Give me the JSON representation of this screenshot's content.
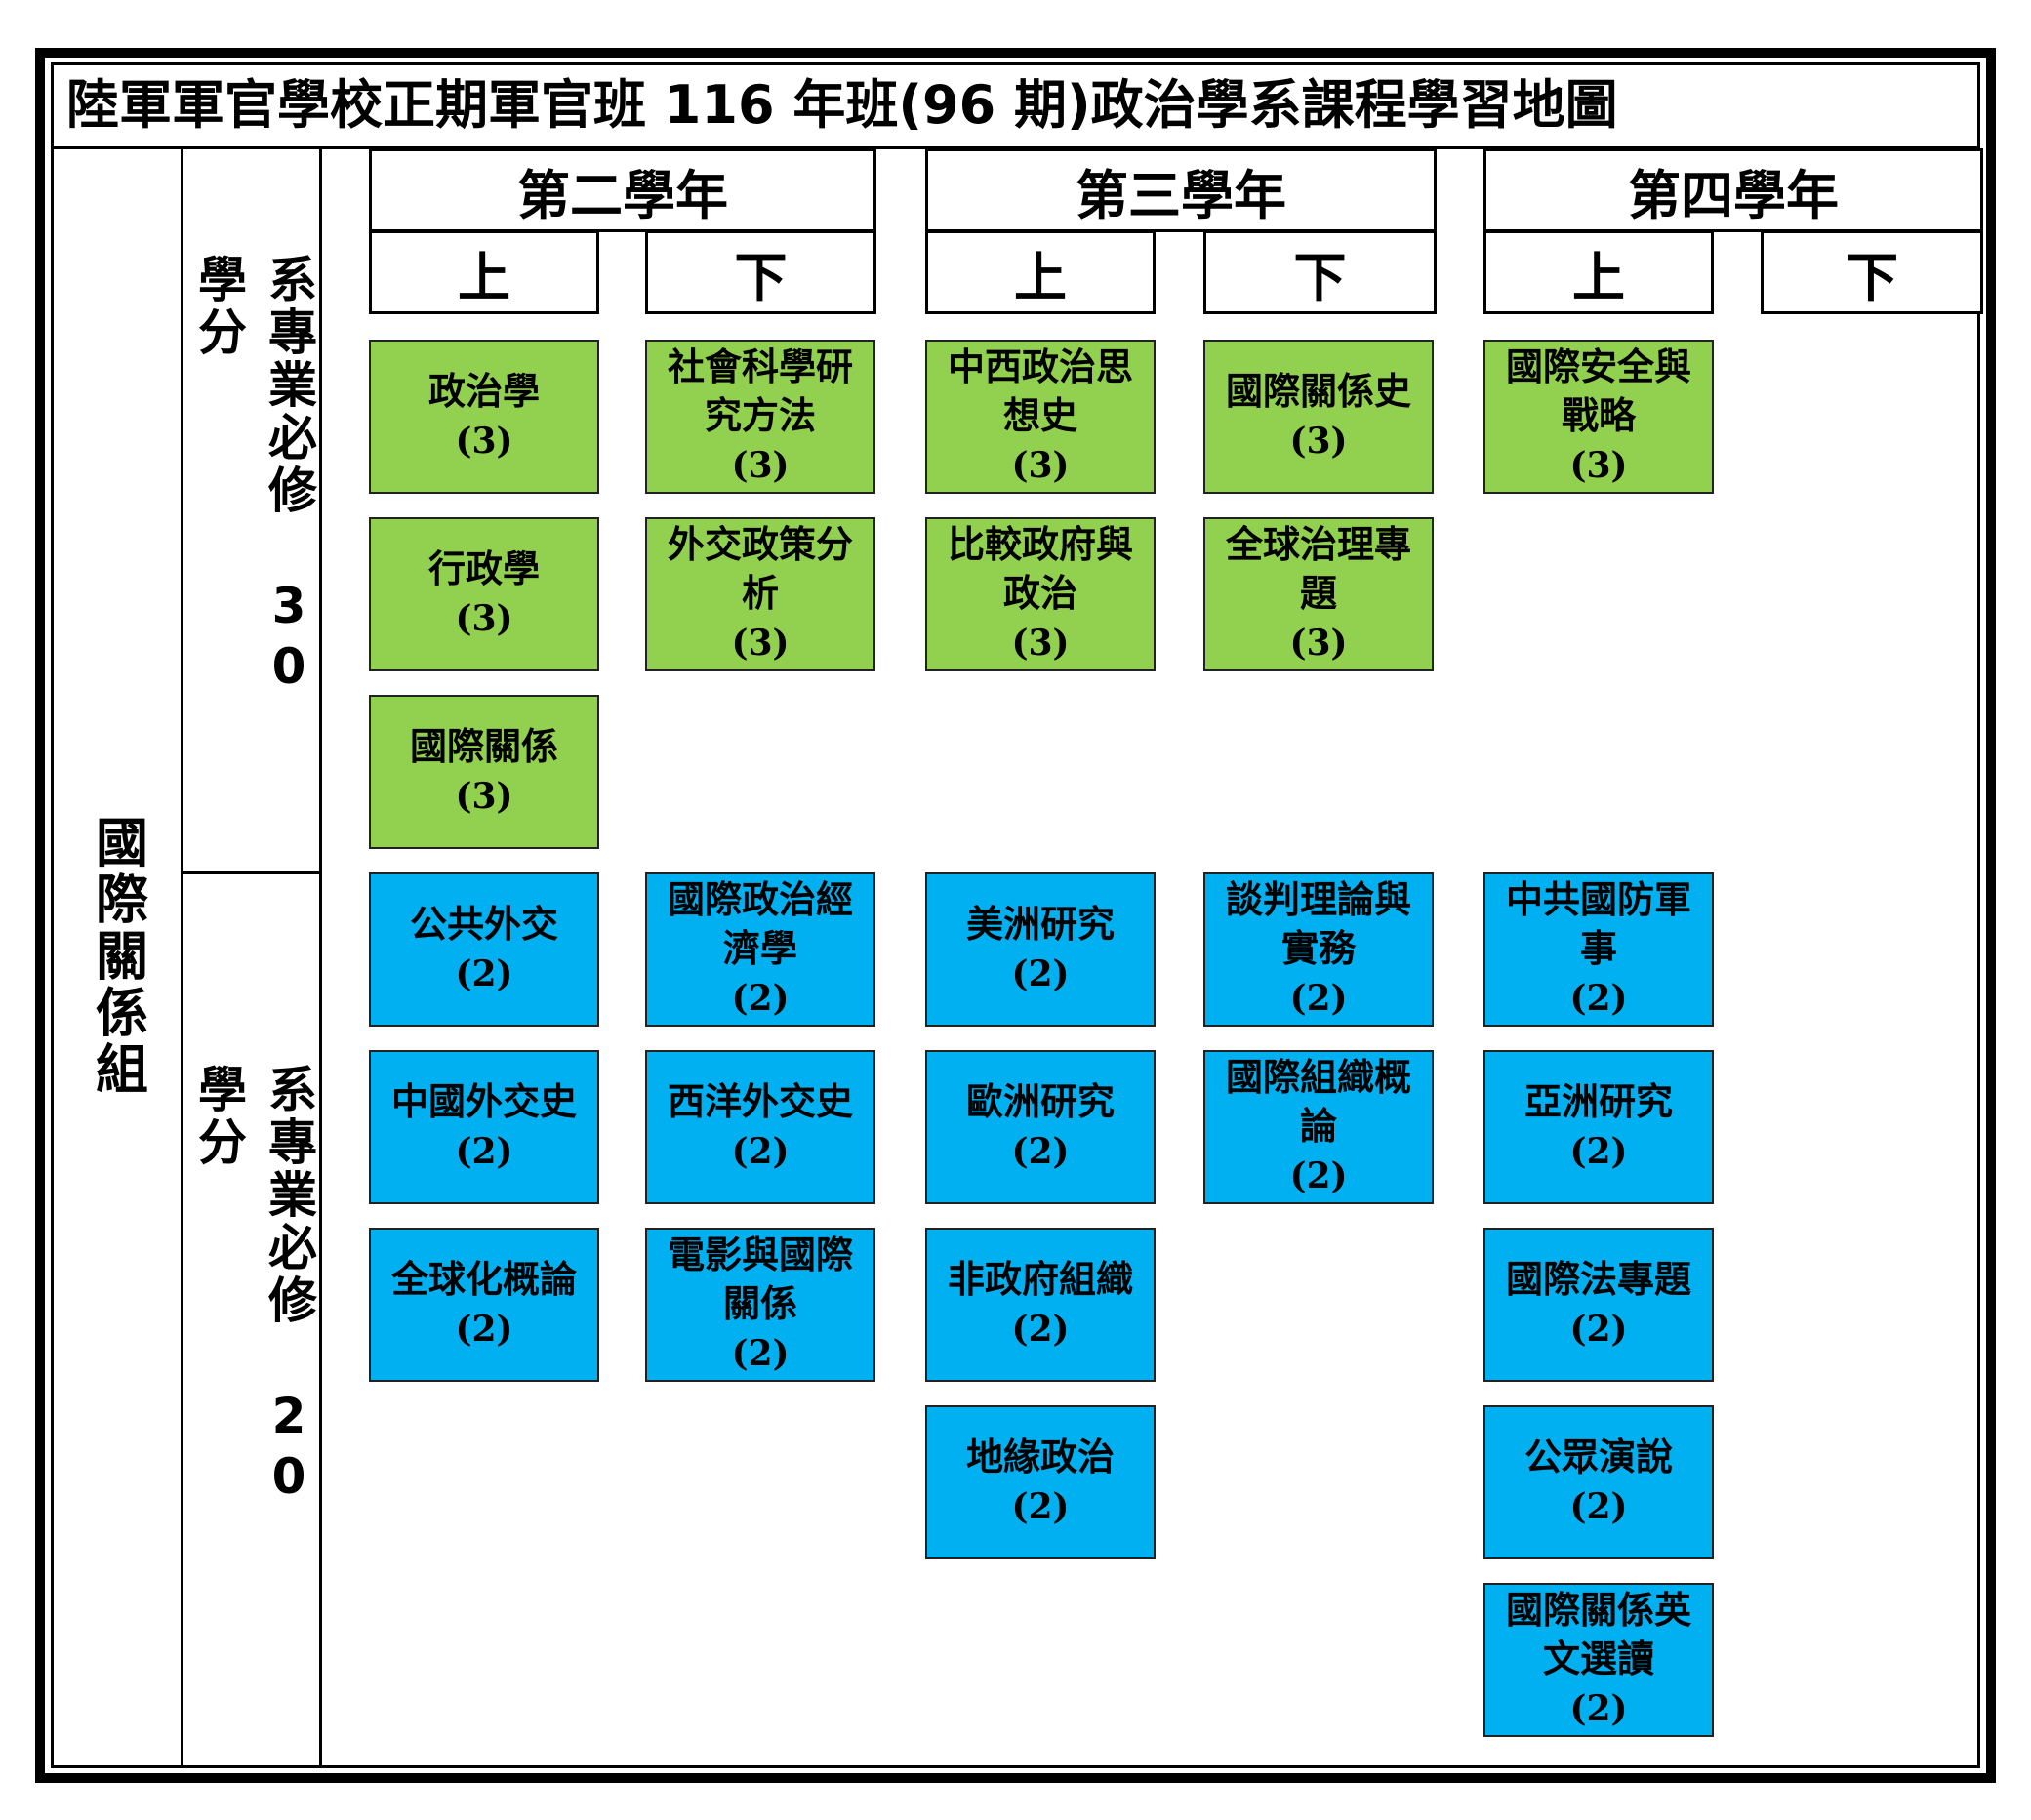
{
  "title": "陸軍軍官學校正期軍官班 116 年班(96 期)政治學系課程學習地圖",
  "group_label": "國際關係組",
  "section_required": "系專業必修 30 學分",
  "section_elective": "系專業必修 20 學分",
  "years": [
    "第二學年",
    "第三學年",
    "第四學年"
  ],
  "semesters": [
    "上",
    "下",
    "上",
    "下",
    "上",
    "下"
  ],
  "colors": {
    "required": "#92d050",
    "elective": "#00b0f0"
  },
  "columns": [
    {
      "required": [
        {
          "name": "政治學",
          "credit": "(3)"
        },
        {
          "name": "行政學",
          "credit": "(3)"
        },
        {
          "name": "國際關係",
          "credit": "(3)"
        }
      ],
      "elective": [
        {
          "name": "公共外交",
          "credit": "(2)"
        },
        {
          "name": "中國外交史",
          "credit": "(2)"
        },
        {
          "name": "全球化概論",
          "credit": "(2)"
        }
      ]
    },
    {
      "required": [
        {
          "name": "社會科學研究方法",
          "credit": "(3)"
        },
        {
          "name": "外交政策分析",
          "credit": "(3)"
        }
      ],
      "elective": [
        {
          "name": "國際政治經濟學",
          "credit": "(2)"
        },
        {
          "name": "西洋外交史",
          "credit": "(2)"
        },
        {
          "name": "電影與國際關係",
          "credit": "(2)"
        }
      ]
    },
    {
      "required": [
        {
          "name": "中西政治思想史",
          "credit": "(3)"
        },
        {
          "name": "比較政府與政治",
          "credit": "(3)"
        }
      ],
      "elective": [
        {
          "name": "美洲研究",
          "credit": "(2)"
        },
        {
          "name": "歐洲研究",
          "credit": "(2)"
        },
        {
          "name": "非政府組織",
          "credit": "(2)"
        },
        {
          "name": "地緣政治",
          "credit": "(2)"
        }
      ]
    },
    {
      "required": [
        {
          "name": "國際關係史",
          "credit": "(3)"
        },
        {
          "name": "全球治理專題",
          "credit": "(3)"
        }
      ],
      "elective": [
        {
          "name": "談判理論與實務",
          "credit": "(2)"
        },
        {
          "name": "國際組織概論",
          "credit": "(2)"
        }
      ]
    },
    {
      "required": [
        {
          "name": "國際安全與戰略",
          "credit": "(3)"
        }
      ],
      "elective": [
        {
          "name": "中共國防軍事",
          "credit": "(2)"
        },
        {
          "name": "亞洲研究",
          "credit": "(2)"
        },
        {
          "name": "國際法專題",
          "credit": "(2)"
        },
        {
          "name": "公眾演說",
          "credit": "(2)"
        },
        {
          "name": "國際關係英文選讀",
          "credit": "(2)"
        }
      ]
    },
    {
      "required": [],
      "elective": []
    }
  ]
}
